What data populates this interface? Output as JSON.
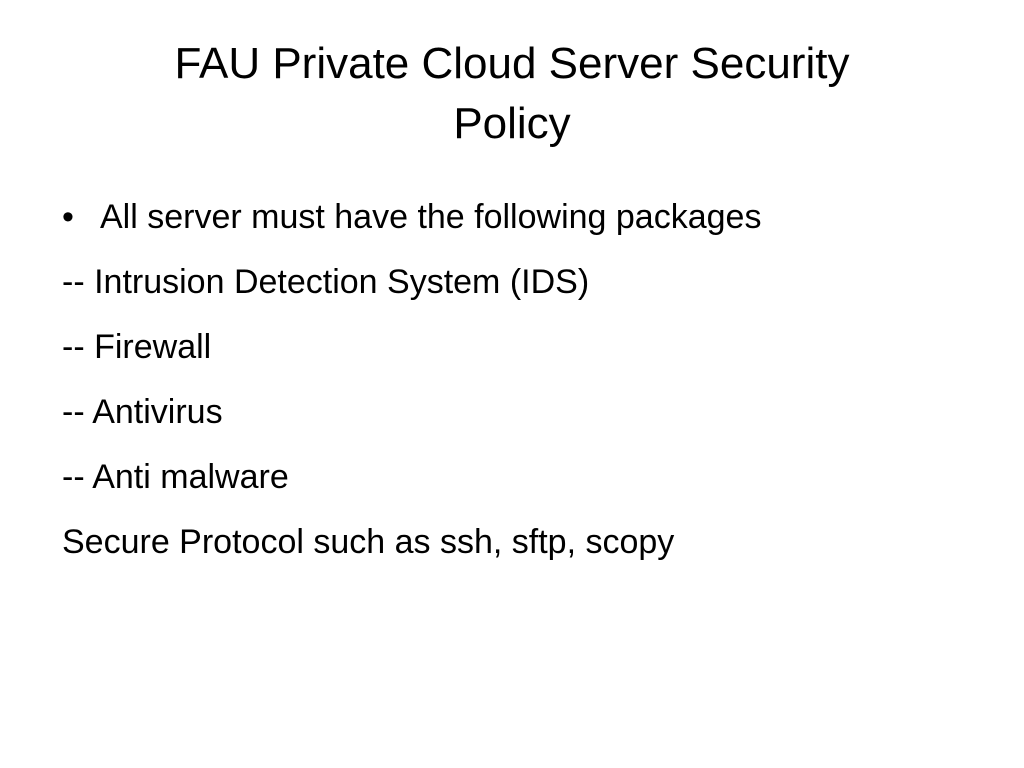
{
  "slide": {
    "title_line1": "FAU Private Cloud Server Security",
    "title_line2": "Policy",
    "bullet_glyph": "•",
    "bullet_text": "All server must have the following packages",
    "lines": [
      "-- Intrusion Detection System (IDS)",
      "-- Firewall",
      "-- Antivirus",
      "-- Anti malware",
      "Secure Protocol such as ssh, sftp, scopy"
    ]
  }
}
